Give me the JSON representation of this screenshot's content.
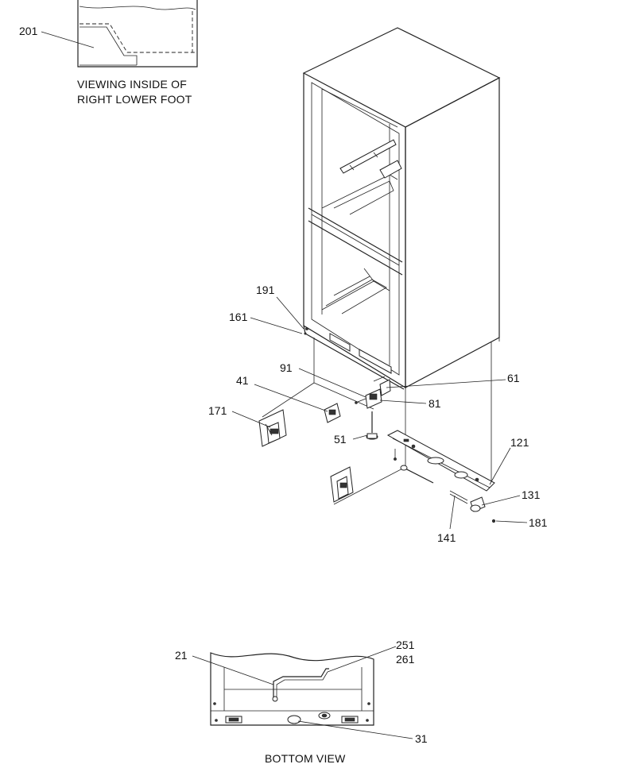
{
  "captions": {
    "inset_top_line1": "VIEWING INSIDE OF",
    "inset_top_line2": "RIGHT LOWER FOOT",
    "inset_bottom": "BOTTOM VIEW"
  },
  "callouts": {
    "c201": "201",
    "c191": "191",
    "c161": "161",
    "c91": "91",
    "c41": "41",
    "c171": "171",
    "c51": "51",
    "c61": "61",
    "c81": "81",
    "c121": "121",
    "c131": "131",
    "c181": "181",
    "c141": "141",
    "c21": "21",
    "c251": "251",
    "c261": "261",
    "c31": "31"
  }
}
